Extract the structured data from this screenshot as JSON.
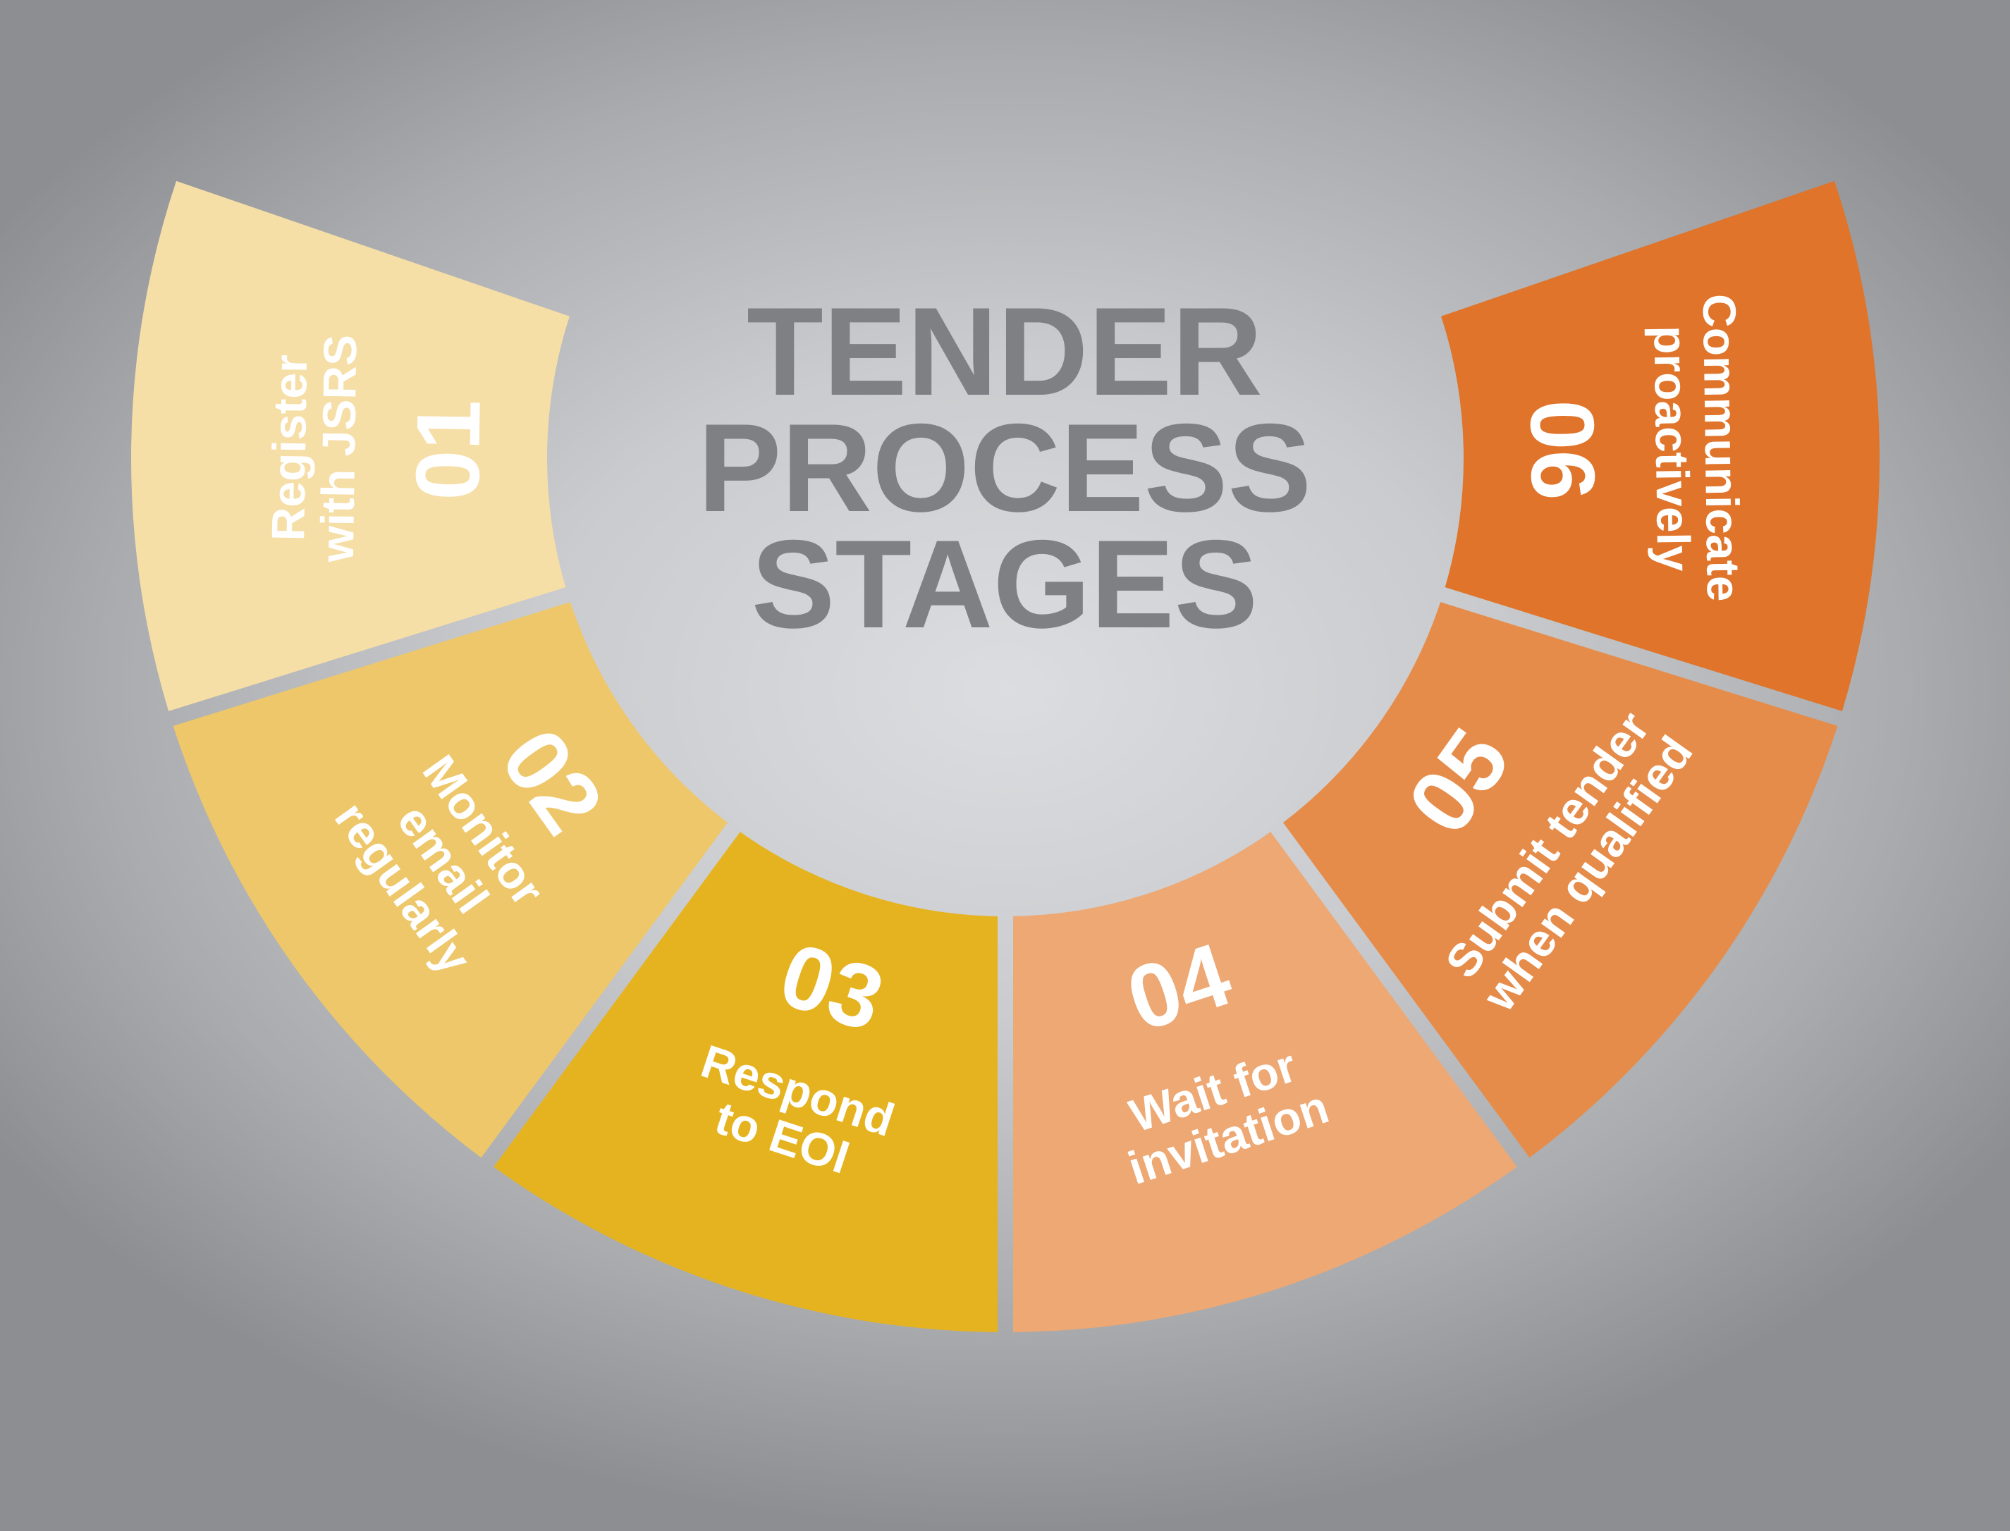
{
  "title": {
    "lines": [
      "TENDER",
      "PROCESS",
      "STAGES"
    ],
    "color": "#7f8083"
  },
  "background_color": "#c9cbce",
  "stages": [
    {
      "number": "01",
      "label_lines": [
        "Register",
        "with JSRS"
      ],
      "color": "#f6dea7"
    },
    {
      "number": "02",
      "label_lines": [
        "Monitor",
        "email",
        "regularly"
      ],
      "color": "#eec76a"
    },
    {
      "number": "03",
      "label_lines": [
        "Respond",
        "to EOI"
      ],
      "color": "#e6b320"
    },
    {
      "number": "04",
      "label_lines": [
        "Wait for",
        "invitation"
      ],
      "color": "#eda874"
    },
    {
      "number": "05",
      "label_lines": [
        "Submit tender",
        "when qualified"
      ],
      "color": "#e68c4a"
    },
    {
      "number": "06",
      "label_lines": [
        "Communicate",
        "proactively"
      ],
      "color": "#df742a"
    }
  ]
}
